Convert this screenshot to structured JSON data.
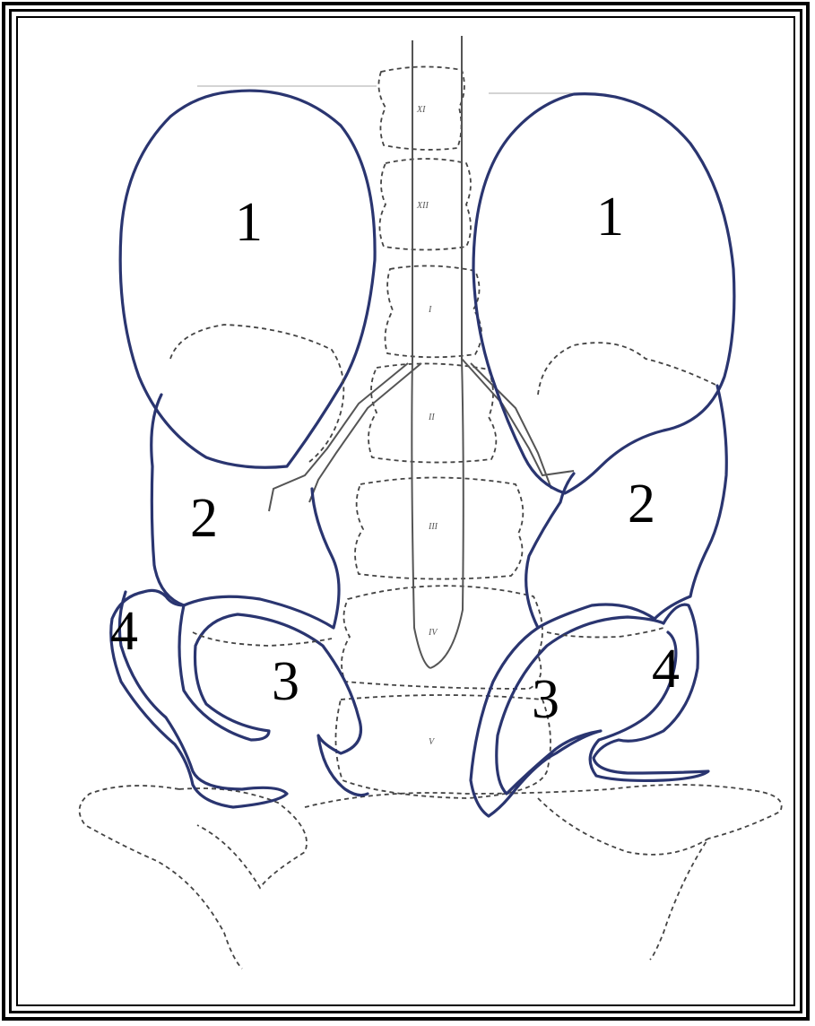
{
  "labels": {
    "kidney_left": "1",
    "kidney_right": "1",
    "lower_left": "2",
    "lower_right": "2",
    "pelvic_left": "3",
    "pelvic_right": "3",
    "hook_left": "4",
    "hook_right": "4"
  },
  "vertebrae": [
    "XI",
    "XII",
    "I",
    "II",
    "III",
    "IV",
    "V"
  ],
  "colors": {
    "outline": "#2a3570",
    "dashed": "#444444",
    "frame": "#000000"
  }
}
